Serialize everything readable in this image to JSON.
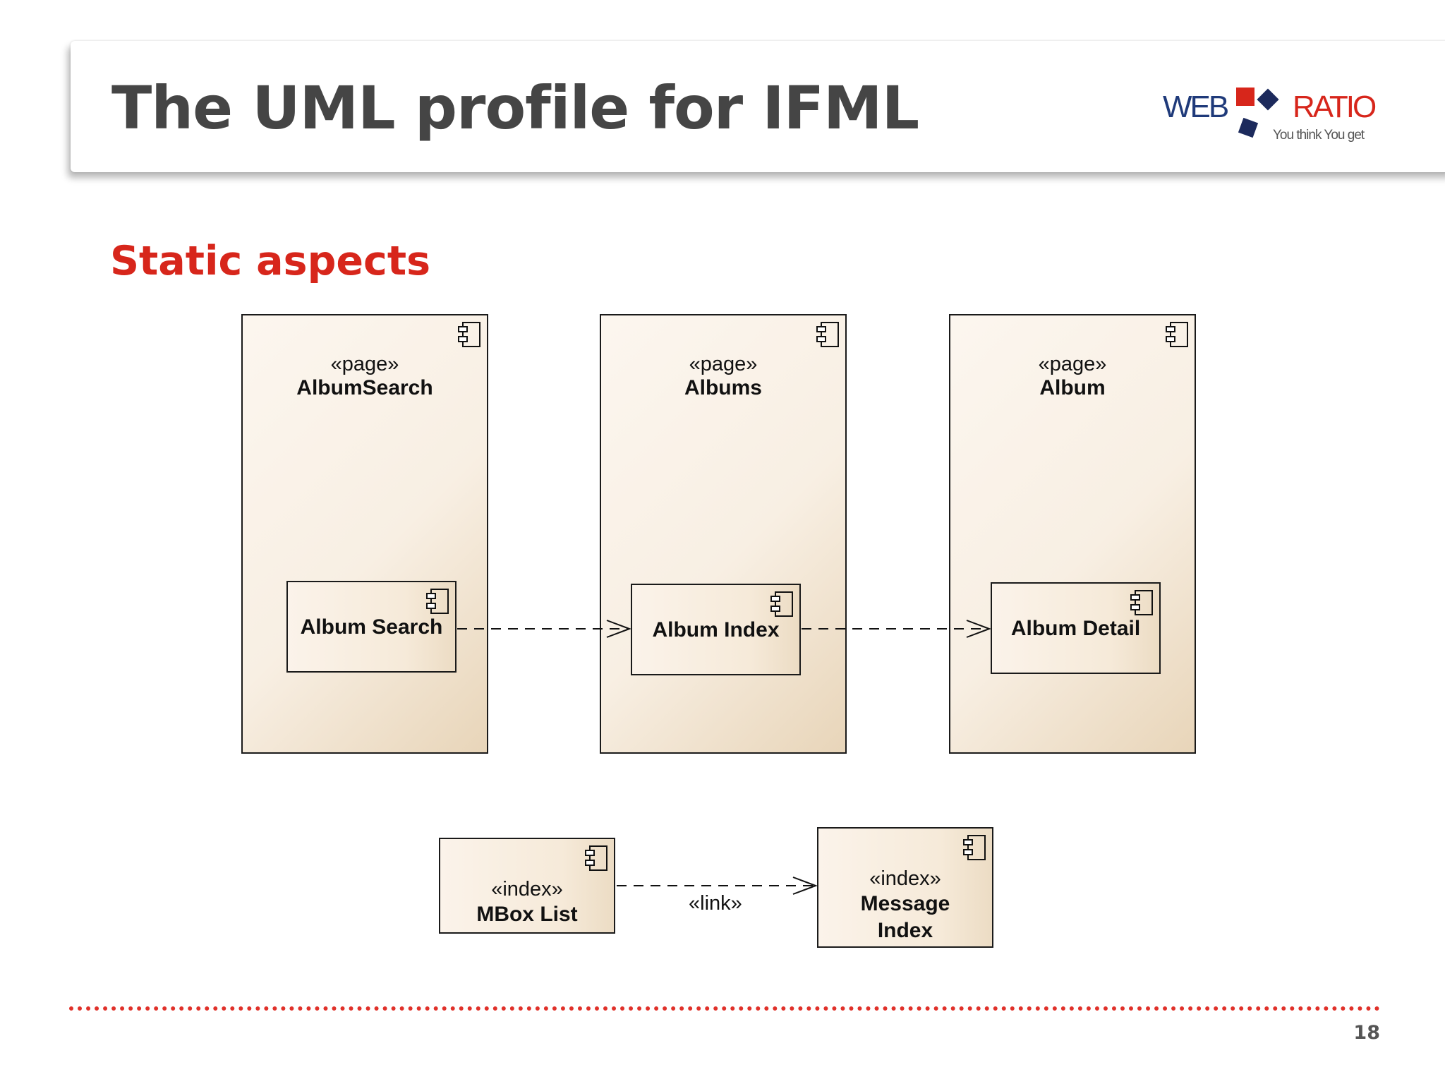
{
  "slide": {
    "title": "The UML profile for IFML",
    "section": "Static aspects",
    "page_number": "18"
  },
  "logo": {
    "word_left": "WEB",
    "word_right": "RATIO",
    "tagline": "You think You get",
    "colors": {
      "text": "#1f3a7a",
      "red": "#d7261b",
      "navy": "#1c2a5c"
    }
  },
  "diagram": {
    "pages": [
      {
        "stereotype": "«page»",
        "name": "AlbumSearch",
        "unit": "Album Search"
      },
      {
        "stereotype": "«page»",
        "name": "Albums",
        "unit": "Album Index"
      },
      {
        "stereotype": "«page»",
        "name": "Album",
        "unit": "Album Detail"
      }
    ],
    "legend": {
      "source": {
        "stereotype": "«index»",
        "name": "MBox List"
      },
      "target": {
        "stereotype": "«index»",
        "name_line1": "Message",
        "name_line2": "Index"
      },
      "link_label": "«link»"
    }
  },
  "colors": {
    "accent": "#d7261b",
    "title": "#454545",
    "box_fill": "#f7ecdd"
  }
}
